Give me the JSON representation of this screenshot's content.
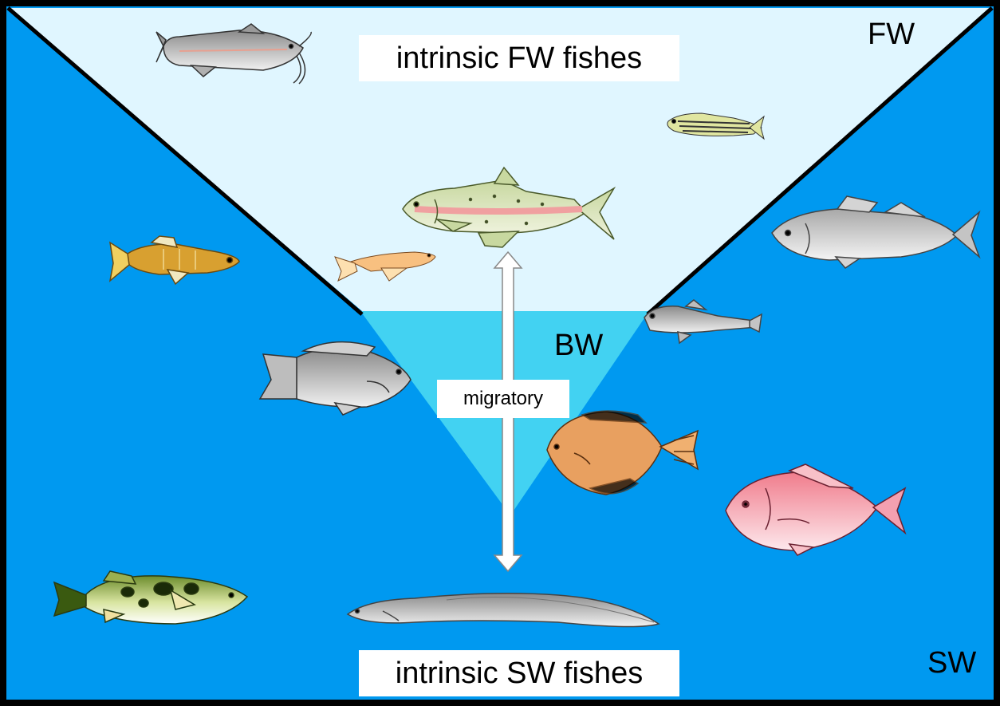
{
  "labels": {
    "fw_title": "intrinsic FW fishes",
    "sw_title": "intrinsic SW fishes",
    "fw_zone": "FW",
    "bw_zone": "BW",
    "sw_zone": "SW",
    "migratory": "migratory"
  },
  "colors": {
    "seawater": "#0099f0",
    "freshwater": "#e0f6ff",
    "brackish": "#42d2f2",
    "frame": "#000000",
    "arrow": "#ffffff"
  },
  "fishes": [
    {
      "name": "catfish",
      "zone": "FW"
    },
    {
      "name": "zebrafish",
      "zone": "FW"
    },
    {
      "name": "rainbow-trout",
      "zone": "FW"
    },
    {
      "name": "medaka",
      "zone": "FW"
    },
    {
      "name": "killifish",
      "zone": "SW"
    },
    {
      "name": "tilapia",
      "zone": "BW"
    },
    {
      "name": "sea-bass",
      "zone": "SW"
    },
    {
      "name": "goby",
      "zone": "BW"
    },
    {
      "name": "flounder",
      "zone": "BW"
    },
    {
      "name": "red-sea-bream",
      "zone": "SW"
    },
    {
      "name": "pufferfish",
      "zone": "SW"
    },
    {
      "name": "eel",
      "zone": "SW"
    }
  ]
}
